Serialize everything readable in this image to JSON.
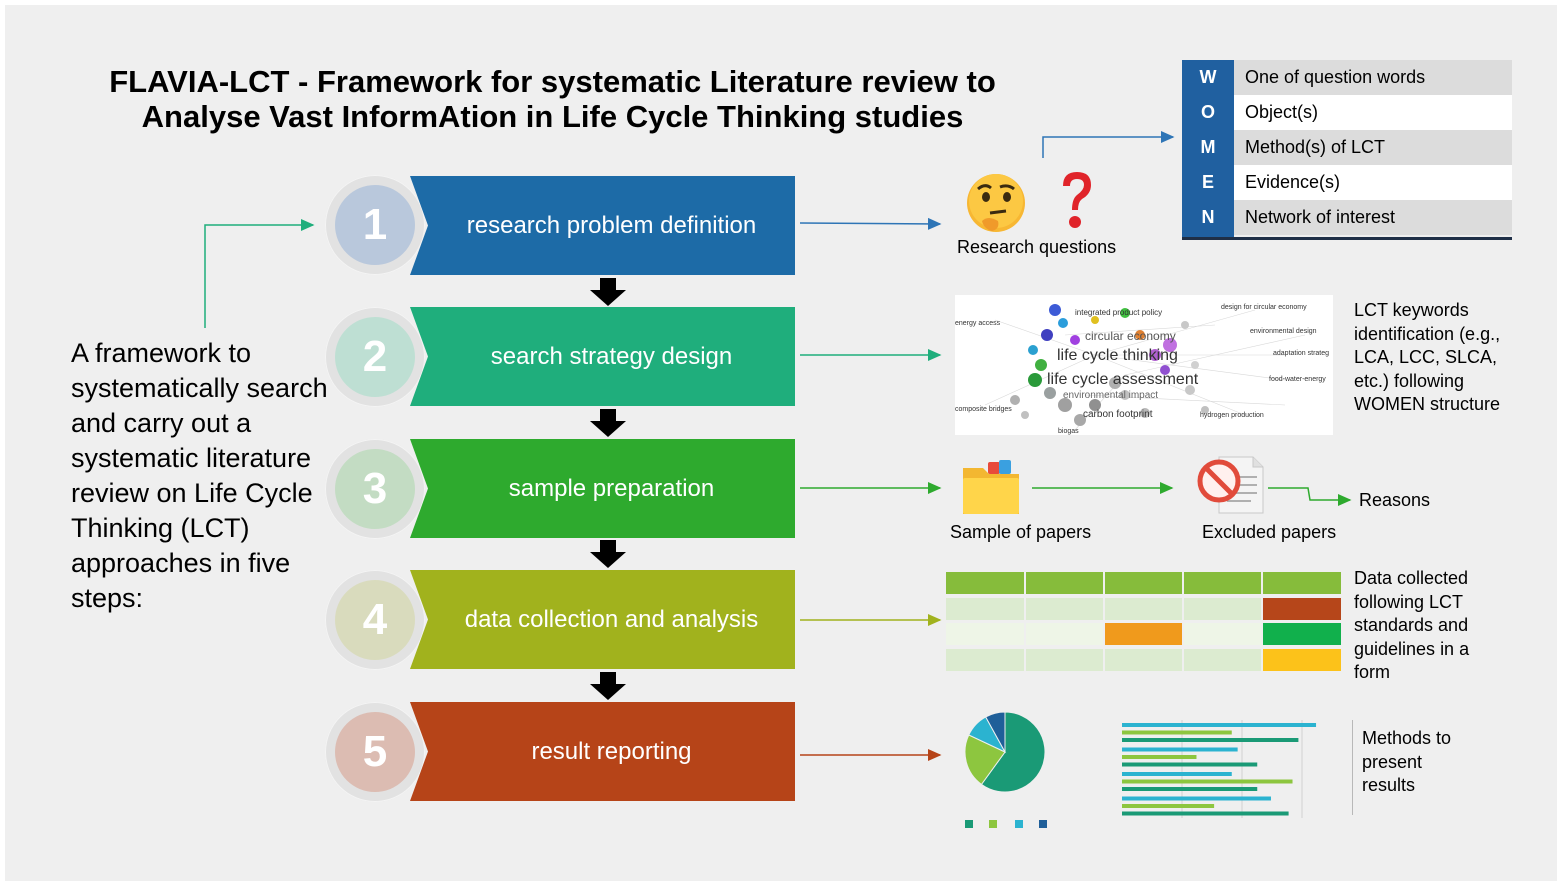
{
  "title": {
    "line1": "FLAVIA-LCT - Framework for systematic Literature review to",
    "line2": "Analyse Vast InformAtion in Life Cycle Thinking studies"
  },
  "intro": "A framework to systematically search and carry out a systematic literature review on Life Cycle Thinking (LCT) approaches in five steps:",
  "steps": [
    {
      "number": "1",
      "label": "research problem definition",
      "color": "#1d6ba7",
      "circle_color": "#b9c8dc"
    },
    {
      "number": "2",
      "label": "search strategy design",
      "color": "#1fae7c",
      "circle_color": "#bedfd3"
    },
    {
      "number": "3",
      "label": "sample preparation",
      "color": "#2eaa2e",
      "circle_color": "#c3dcc3"
    },
    {
      "number": "4",
      "label": "data collection and analysis",
      "color": "#a1b21d",
      "circle_color": "#d9dbbd"
    },
    {
      "number": "5",
      "label": "result reporting",
      "color": "#b64418",
      "circle_color": "#dcbcb2"
    }
  ],
  "research_questions": {
    "label": "Research questions"
  },
  "women": [
    {
      "letter": "W",
      "text": "One of question words"
    },
    {
      "letter": "O",
      "text": "Object(s)"
    },
    {
      "letter": "M",
      "text": "Method(s) of LCT"
    },
    {
      "letter": "E",
      "text": "Evidence(s)"
    },
    {
      "letter": "N",
      "text": "Network of interest"
    }
  ],
  "network_map": {
    "terms": [
      "integrated product policy",
      "circular economy",
      "life cycle thinking",
      "life cycle assessment",
      "environmental impact",
      "carbon footprint",
      "energy access",
      "design for circular economy",
      "environmental design",
      "adaptation strateg",
      "food-water-energy",
      "composite bridges",
      "hydrogen production",
      "biogas"
    ]
  },
  "keywords_text": "LCT keywords identification (e.g., LCA, LCC, SLCA, etc.) following WOMEN structure",
  "sample_papers": "Sample of papers",
  "excluded_papers": "Excluded papers",
  "reasons": "Reasons",
  "data_text": "Data collected following LCT standards and guidelines in a form",
  "methods_text": "Methods to present results",
  "colors": {
    "panel": "#efefef",
    "arrow_blue": "#2e75b6",
    "women_blue": "#2060a0",
    "form_header": "#86bc3b",
    "form_cell": "#dcebd0"
  },
  "pie_data": [
    {
      "value": 0.6,
      "color": "#1a9a76"
    },
    {
      "value": 0.22,
      "color": "#8dc63f"
    },
    {
      "value": 0.1,
      "color": "#2bb3d0"
    },
    {
      "value": 0.08,
      "color": "#1f5f99"
    }
  ],
  "bar_data": [
    [
      {
        "value": 0.99,
        "color": "#2bb3d0"
      },
      {
        "value": 0.56,
        "color": "#8dc63f"
      },
      {
        "value": 0.9,
        "color": "#1a9a76"
      }
    ],
    [
      {
        "value": 0.59,
        "color": "#2bb3d0"
      },
      {
        "value": 0.38,
        "color": "#8dc63f"
      },
      {
        "value": 0.69,
        "color": "#1a9a76"
      }
    ],
    [
      {
        "value": 0.56,
        "color": "#2bb3d0"
      },
      {
        "value": 0.87,
        "color": "#8dc63f"
      },
      {
        "value": 0.69,
        "color": "#1a9a76"
      }
    ],
    [
      {
        "value": 0.76,
        "color": "#2bb3d0"
      },
      {
        "value": 0.47,
        "color": "#8dc63f"
      },
      {
        "value": 0.85,
        "color": "#1a9a76"
      }
    ]
  ]
}
